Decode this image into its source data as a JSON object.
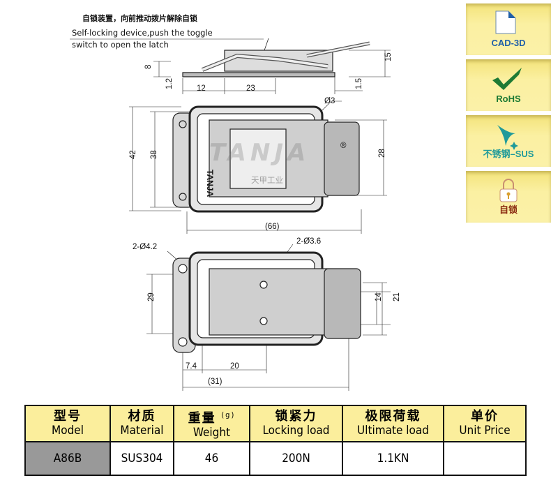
{
  "note": {
    "cn": "自锁装置，向前推动拨片解除自锁",
    "en1": "Self-locking device,push the toggle",
    "en2": "switch to open the latch"
  },
  "badges": [
    {
      "label": "CAD-3D",
      "icon": "document-icon",
      "color": "#1f5fa8"
    },
    {
      "label": "RoHS",
      "icon": "checkmark-icon",
      "color": "#1e7a34"
    },
    {
      "label": "不锈钢–SUS",
      "icon": "sparkle-icon",
      "color": "#1f9a9a"
    },
    {
      "label": "自锁",
      "icon": "padlock-icon",
      "color": "#8a2a10"
    }
  ],
  "dims": {
    "side": [
      "8",
      "1.2",
      "12",
      "23",
      "1.5",
      "15"
    ],
    "top": [
      "Ø3",
      "42",
      "38",
      "28",
      "(66)"
    ],
    "bottom": [
      "2-Ø4.2",
      "2-Ø3.6",
      "29",
      "14",
      "21",
      "7.4",
      "20",
      "(31)"
    ]
  },
  "brand": {
    "logo": "TANJA",
    "sub": "天甲工业",
    "mark": "®"
  },
  "table": {
    "headers": [
      {
        "cn": "型号",
        "en": "Model"
      },
      {
        "cn": "材质",
        "en": "Material"
      },
      {
        "cn": "重量",
        "en": "Weight",
        "unit": "(g)"
      },
      {
        "cn": "锁紧力",
        "en": "Locking load"
      },
      {
        "cn": "极限荷载",
        "en": "Ultimate load"
      },
      {
        "cn": "单价",
        "en": "Unit Price"
      }
    ],
    "row": [
      "A86B",
      "SUS304",
      "46",
      "200N",
      "1.1KN",
      ""
    ]
  }
}
